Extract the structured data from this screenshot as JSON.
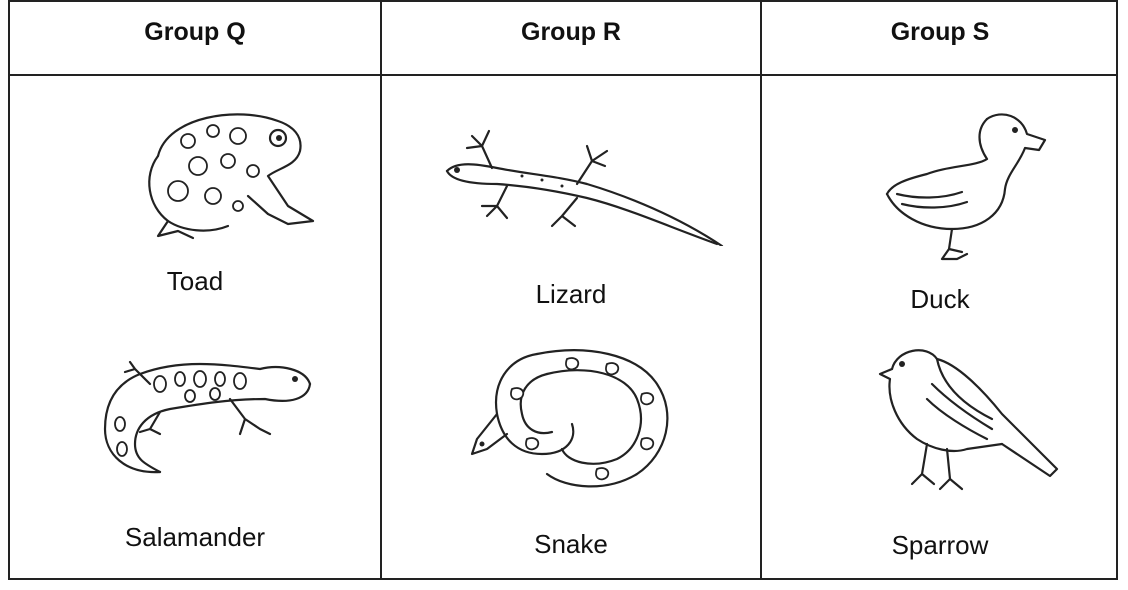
{
  "groups": [
    {
      "header": "Group Q",
      "animals": [
        {
          "name": "Toad",
          "icon": "toad-icon"
        },
        {
          "name": "Salamander",
          "icon": "salamander-icon"
        }
      ]
    },
    {
      "header": "Group R",
      "animals": [
        {
          "name": "Lizard",
          "icon": "lizard-icon"
        },
        {
          "name": "Snake",
          "icon": "snake-icon"
        }
      ]
    },
    {
      "header": "Group S",
      "animals": [
        {
          "name": "Duck",
          "icon": "duck-icon"
        },
        {
          "name": "Sparrow",
          "icon": "sparrow-icon"
        }
      ]
    }
  ]
}
